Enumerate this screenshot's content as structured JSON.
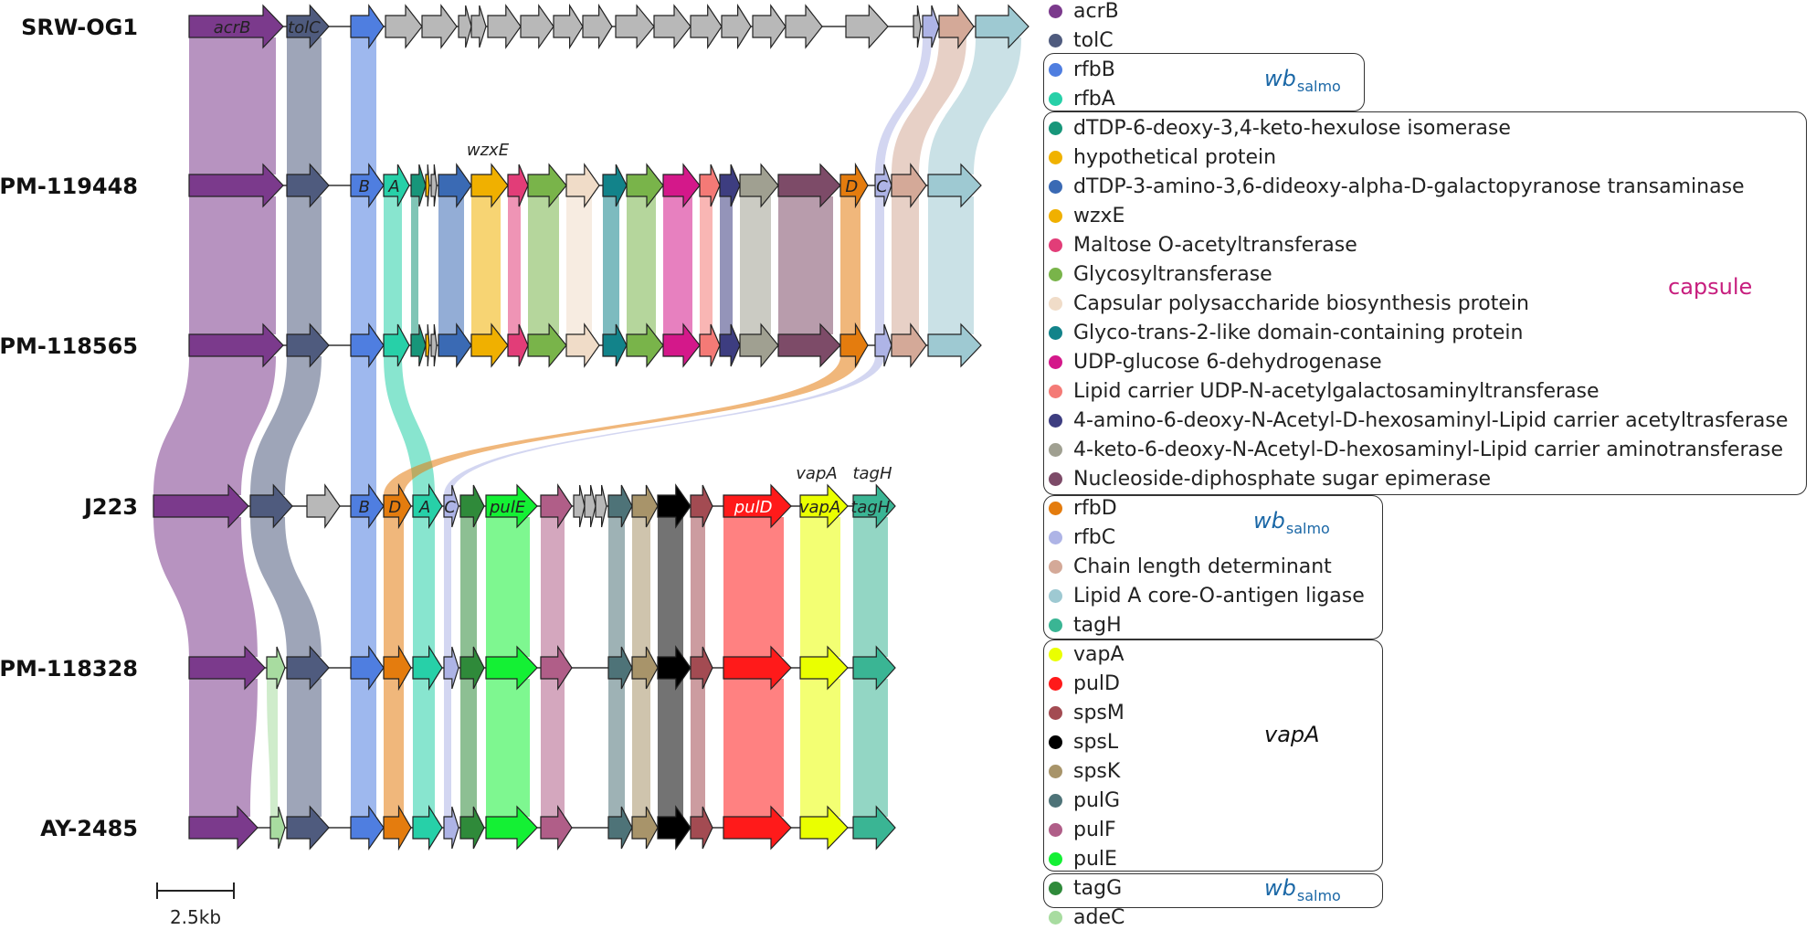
{
  "strains": [
    "SRW-OG1",
    "PM-119448",
    "PM-118565",
    "J223",
    "PM-118328",
    "AY-2485"
  ],
  "scale_bar_label": "2.5kb",
  "colors": {
    "acrB": "#7b3a8c",
    "tolC": "#4f5b7e",
    "rfbB": "#4f7ee0",
    "rfbA": "#27d0a8",
    "isomerase": "#17967a",
    "hypo": "#f0b200",
    "transaminase": "#3a6ab4",
    "wzxE": "#f0b000",
    "maltose": "#e23d78",
    "glycosyl": "#79b44a",
    "capsular": "#f0dcc8",
    "glycotrans2": "#12838a",
    "udpg": "#d4188a",
    "lipidUDP": "#f47a76",
    "aminoacetyl": "#3d3d80",
    "aminotrans": "#a0a091",
    "epimerase": "#7d4b68",
    "rfbD": "#e47c0e",
    "rfbC": "#aeb4e6",
    "cld": "#d4a998",
    "ligase": "#9ec9d2",
    "tagH": "#3ab594",
    "vapA": "#eaff00",
    "pulD": "#ff1a1a",
    "spsM": "#a34b52",
    "spsL": "#000000",
    "spsK": "#a8946a",
    "pulG": "#4e7378",
    "pulF": "#b05e88",
    "pulE": "#14f034",
    "tagG": "#2f8a3a",
    "adeC": "#a8dca0",
    "grey": "#b8b8b8"
  },
  "gene_labels": {
    "acrB": "acrB",
    "tolC": "tolC",
    "wzxE": "wzxE",
    "B": "B",
    "A": "A",
    "D": "D",
    "C": "C",
    "pulE": "pulE",
    "pulD": "pulD",
    "vapA": "vapA",
    "tagH": "tagH"
  },
  "legend": [
    {
      "label": "acrB",
      "color": "#7b3a8c"
    },
    {
      "label": "tolC",
      "color": "#4f5b7e"
    },
    {
      "label": "rfbB",
      "color": "#4f7ee0"
    },
    {
      "label": "rfbA",
      "color": "#27d0a8"
    },
    {
      "label": "dTDP-6-deoxy-3,4-keto-hexulose isomerase",
      "color": "#17967a"
    },
    {
      "label": "hypothetical protein",
      "color": "#f0b200"
    },
    {
      "label": "dTDP-3-amino-3,6-dideoxy-alpha-D-galactopyranose transaminase",
      "color": "#3a6ab4"
    },
    {
      "label": "wzxE",
      "color": "#f0b000"
    },
    {
      "label": "Maltose O-acetyltransferase",
      "color": "#e23d78"
    },
    {
      "label": "Glycosyltransferase",
      "color": "#79b44a"
    },
    {
      "label": "Capsular polysaccharide biosynthesis protein",
      "color": "#f0dcc8"
    },
    {
      "label": "Glyco-trans-2-like domain-containing protein",
      "color": "#12838a"
    },
    {
      "label": "UDP-glucose 6-dehydrogenase",
      "color": "#d4188a"
    },
    {
      "label": "Lipid carrier UDP-N-acetylgalactosaminyltransferase",
      "color": "#f47a76"
    },
    {
      "label": "4-amino-6-deoxy-N-Acetyl-D-hexosaminyl-Lipid carrier acetyltrasferase",
      "color": "#3d3d80"
    },
    {
      "label": "4-keto-6-deoxy-N-Acetyl-D-hexosaminyl-Lipid carrier aminotransferase",
      "color": "#a0a091"
    },
    {
      "label": "Nucleoside-diphosphate sugar epimerase",
      "color": "#7d4b68"
    },
    {
      "label": "rfbD",
      "color": "#e47c0e"
    },
    {
      "label": "rfbC",
      "color": "#aeb4e6"
    },
    {
      "label": "Chain length determinant",
      "color": "#d4a998"
    },
    {
      "label": "Lipid A core-O-antigen ligase",
      "color": "#9ec9d2"
    },
    {
      "label": "tagH",
      "color": "#3ab594"
    },
    {
      "label": "vapA",
      "color": "#eaff00"
    },
    {
      "label": "pulD",
      "color": "#ff1a1a"
    },
    {
      "label": "spsM",
      "color": "#a34b52"
    },
    {
      "label": "spsL",
      "color": "#000000"
    },
    {
      "label": "spsK",
      "color": "#a8946a"
    },
    {
      "label": "pulG",
      "color": "#4e7378"
    },
    {
      "label": "pulF",
      "color": "#b05e88"
    },
    {
      "label": "pulE",
      "color": "#14f034"
    },
    {
      "label": "tagG",
      "color": "#2f8a3a"
    },
    {
      "label": "adeC",
      "color": "#a8dca0"
    }
  ],
  "groups": [
    {
      "main": "wb",
      "sub": "salmo",
      "style": "wb"
    },
    {
      "main": "capsule",
      "sub": "",
      "style": "capsule"
    },
    {
      "main": "wb",
      "sub": "salmo",
      "style": "wb"
    },
    {
      "main": "vapA",
      "sub": "",
      "style": "vapa"
    },
    {
      "main": "wb",
      "sub": "salmo",
      "style": "wb"
    }
  ]
}
